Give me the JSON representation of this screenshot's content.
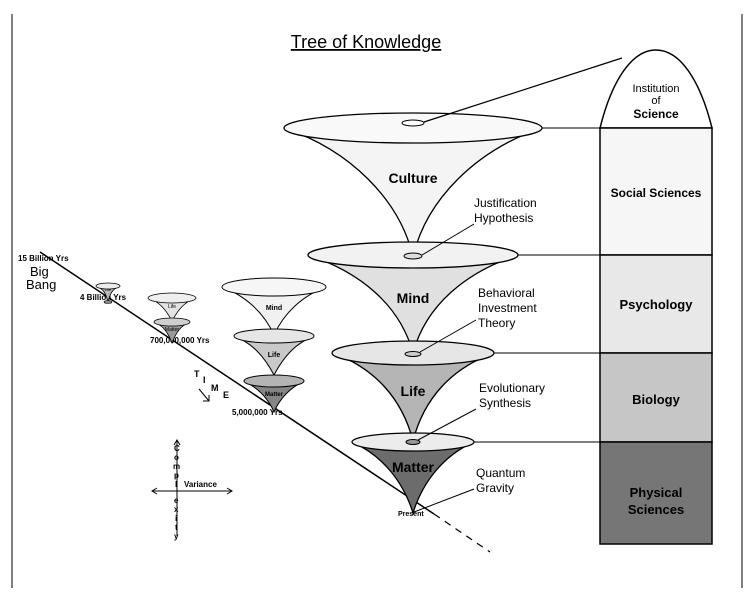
{
  "title": "Tree of Knowledge",
  "timeline": {
    "big_bang_years": "15 Billion Yrs",
    "big_bang_label": [
      "Big",
      "Bang"
    ],
    "four_billion": "4 Billion Yrs",
    "seven_hundred_million": "700,000,000 Yrs",
    "five_million": "5,000,000 Yrs",
    "present": "Present",
    "time_letters": [
      "T",
      "I",
      "M",
      "E"
    ]
  },
  "axes": {
    "vertical_letters": [
      "C",
      "o",
      "m",
      "p",
      "l",
      "e",
      "x",
      "i",
      "t",
      "y"
    ],
    "horizontal": "Variance"
  },
  "small_cones": {
    "tiny_label": "Life",
    "medium_life": "Life",
    "medium_matter": "Matter",
    "large_mind": "Mind",
    "large_life": "Life",
    "large_matter": "Matter"
  },
  "main_cones": {
    "culture": "Culture",
    "mind": "Mind",
    "life": "Life",
    "matter": "Matter"
  },
  "theories": {
    "justification": [
      "Justification",
      "Hypothesis"
    ],
    "behavioral": [
      "Behavioral",
      "Investment",
      "Theory"
    ],
    "evolutionary": [
      "Evolutionary",
      "Synthesis"
    ],
    "quantum": [
      "Quantum",
      "Gravity"
    ]
  },
  "sciences": {
    "institution": [
      "Institution",
      "of",
      "Science"
    ],
    "social": "Social Sciences",
    "psychology": "Psychology",
    "biology": "Biology",
    "physical": [
      "Physical",
      "Sciences"
    ]
  },
  "colors": {
    "culture_fill": "#f4f4f4",
    "mind_fill": "#e0e0e0",
    "life_fill": "#b5b5b5",
    "matter_fill": "#6c6c6c",
    "box_social": "#f6f6f6",
    "box_psychology": "#e8e8e8",
    "box_biology": "#c6c6c6",
    "box_physical": "#767676"
  }
}
